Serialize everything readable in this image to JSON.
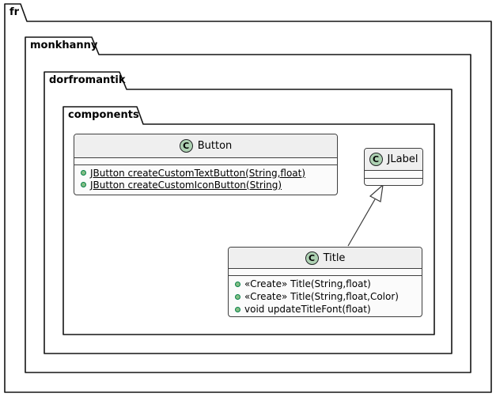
{
  "diagram_type": "uml-class-diagram",
  "packages": [
    {
      "name": "fr"
    },
    {
      "name": "monkhanny"
    },
    {
      "name": "dorfromantik"
    },
    {
      "name": "components"
    }
  ],
  "classes": [
    {
      "name": "Button",
      "circle_letter": "C",
      "members": [
        {
          "visibility": "public",
          "static": true,
          "text": "JButton createCustomTextButton(String,float)"
        },
        {
          "visibility": "public",
          "static": true,
          "text": "JButton createCustomIconButton(String)"
        }
      ]
    },
    {
      "name": "JLabel",
      "circle_letter": "C",
      "members": []
    },
    {
      "name": "Title",
      "circle_letter": "C",
      "members": [
        {
          "visibility": "public",
          "static": false,
          "text": "«Create» Title(String,float)"
        },
        {
          "visibility": "public",
          "static": false,
          "text": "«Create» Title(String,float,Color)"
        },
        {
          "visibility": "public",
          "static": false,
          "text": "void updateTitleFont(float)"
        }
      ]
    }
  ],
  "relations": [
    {
      "from": "Title",
      "to": "JLabel",
      "type": "inheritance"
    }
  ],
  "colors": {
    "package_border": "#151515",
    "class_border": "#3f3f3f",
    "class_header_bg": "#EFEFEF",
    "class_body_bg": "#FBFBFB",
    "class_circle_fill": "#ADD1B2",
    "class_circle_border": "#222426",
    "visibility_dot_fill": "#84BE84",
    "visibility_dot_border": "#038048",
    "relation_color": "#3b3b3b"
  }
}
